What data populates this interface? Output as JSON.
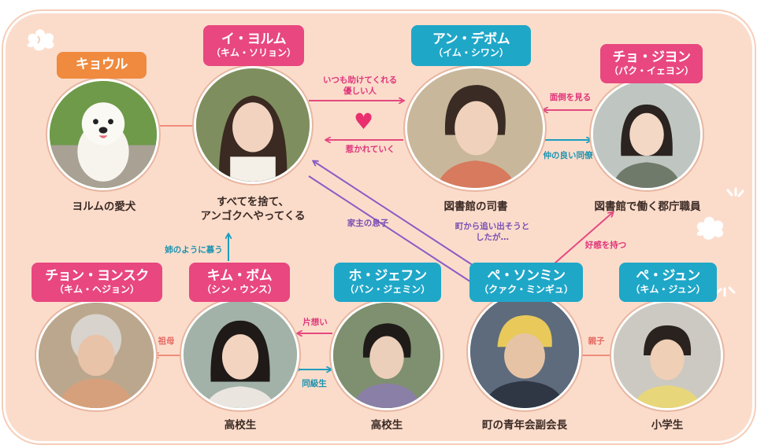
{
  "colors": {
    "background": "#fbdccb",
    "pink_tag": "#e8477f",
    "teal_tag": "#1fa7c8",
    "orange_tag": "#f08a3e",
    "pink_arrow": "#e5497f",
    "teal_arrow": "#1e9dbd",
    "purple_arrow": "#8a5cc4",
    "salmon_line": "#ef8d7b"
  },
  "characters": {
    "kyoul": {
      "name": "キョウル",
      "actor": "",
      "role": "ヨルムの愛犬"
    },
    "yeorum": {
      "name": "イ・ヨルム",
      "actor": "（キム・ソリョン）",
      "role": "すべてを捨て、\nアンゴクへやってくる"
    },
    "daebeom": {
      "name": "アン・デボム",
      "actor": "（イム・シワン）",
      "role": "図書館の司書"
    },
    "jiyeon": {
      "name": "チョ・ジヨン",
      "actor": "（パク・イェヨン）",
      "role": "図書館で働く郡庁職員"
    },
    "yeonsuk": {
      "name": "チョン・ヨンスク",
      "actor": "（キム・ヘジョン）",
      "role": ""
    },
    "bom": {
      "name": "キム・ボム",
      "actor": "（シン・ウンス）",
      "role": "高校生"
    },
    "jaehun": {
      "name": "ホ・ジェフン",
      "actor": "（バン・ジェミン）",
      "role": "高校生"
    },
    "sungmin": {
      "name": "ペ・ソンミン",
      "actor": "（クァク・ミンギュ）",
      "role": "町の青年会副会長"
    },
    "jun": {
      "name": "ペ・ジュン",
      "actor": "（キム・ジュン）",
      "role": "小学生"
    }
  },
  "relations": {
    "yeorum_to_daebeom": "いつも助けてくれる\n優しい人",
    "daebeom_to_yeorum": "惹かれていく",
    "jiyeon_to_daebeom": "面倒を見る",
    "daebeom_jiyeon": "仲の良い同僚",
    "sungmin_to_yeorum": "家主の息子",
    "yeorum_to_sungmin": "町から追い出そうと\nしたが…",
    "sungmin_to_jiyeon": "好感を持つ",
    "bom_to_yeorum": "姉のように慕う",
    "bom_to_yeonsuk": "祖母",
    "jaehun_to_bom": "片想い",
    "bom_jaehun": "同級生",
    "sungmin_jun": "親子"
  },
  "heart_icon": "heart-icon"
}
